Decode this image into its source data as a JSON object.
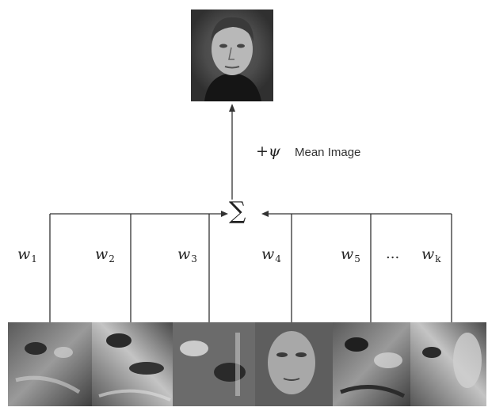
{
  "mean_image": {
    "icon": "face-photo-icon",
    "sum_symbol": "∑",
    "psi_label": "+ψ",
    "caption": "Mean Image"
  },
  "weights": [
    {
      "var": "w",
      "sub": "1"
    },
    {
      "var": "w",
      "sub": "2"
    },
    {
      "var": "w",
      "sub": "3"
    },
    {
      "var": "w",
      "sub": "4"
    },
    {
      "var": "w",
      "sub": "5"
    },
    {
      "var": "w",
      "sub": "k"
    }
  ],
  "ellipsis": "...",
  "eigenfaces": {
    "icon": "eigenface-strip-icon",
    "count_shown": 6
  }
}
